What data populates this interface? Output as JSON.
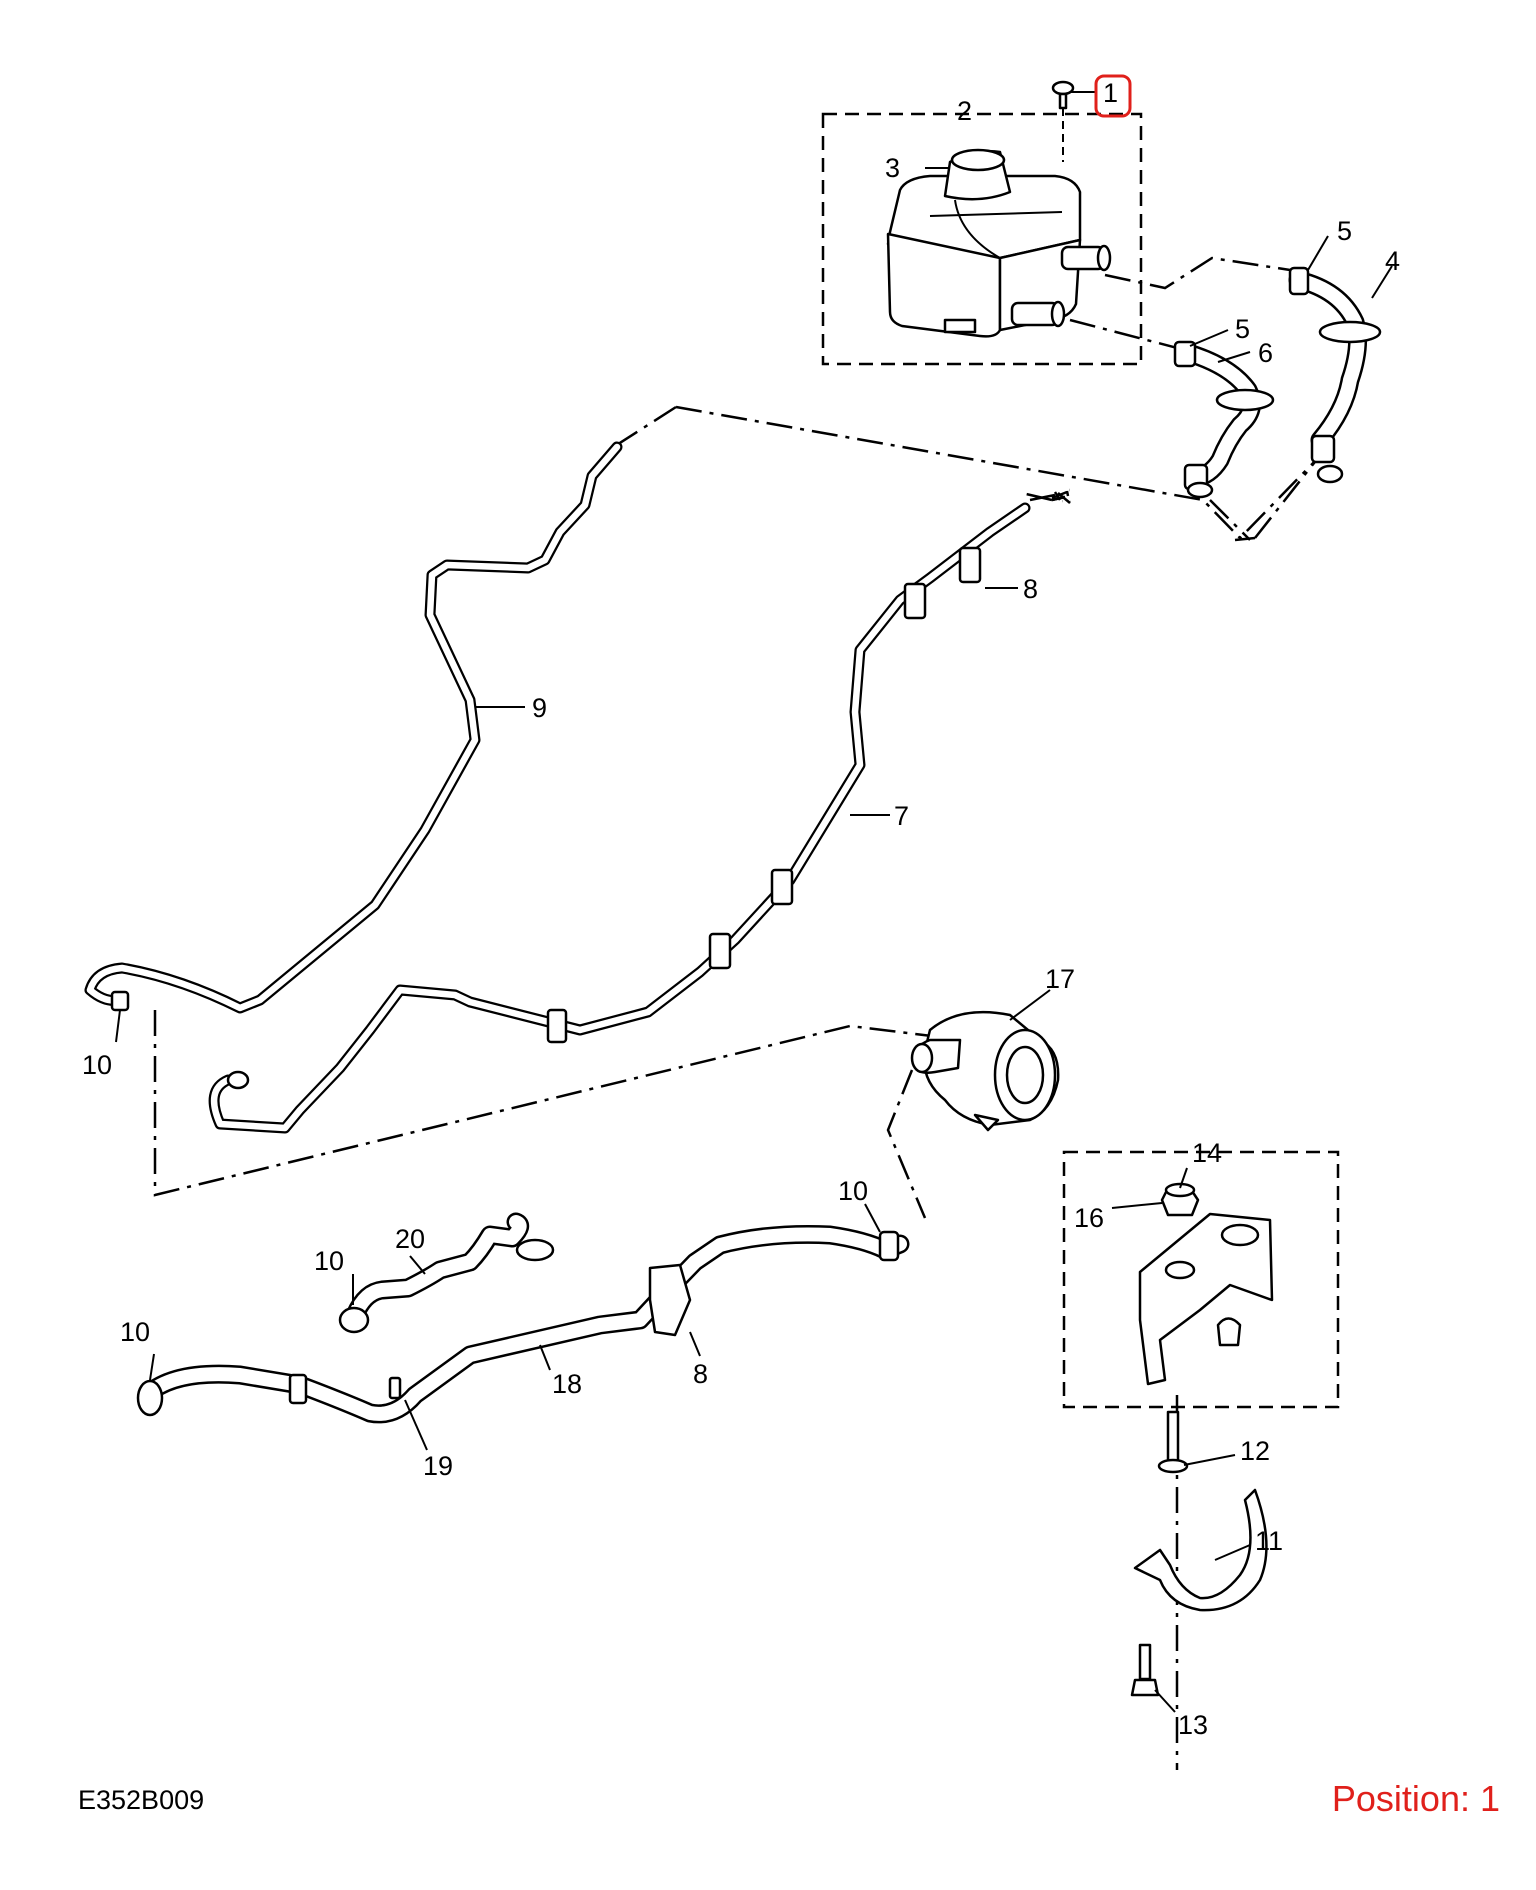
{
  "diagram_code": "E352B009",
  "position_text": "Position: 1",
  "position_color": "#e0201b",
  "highlight_color": "#e0201b",
  "callouts": [
    {
      "id": "c1",
      "text": "1"
    },
    {
      "id": "c2",
      "text": "2"
    },
    {
      "id": "c3",
      "text": "3"
    },
    {
      "id": "c4",
      "text": "4"
    },
    {
      "id": "c5a",
      "text": "5"
    },
    {
      "id": "c5b",
      "text": "5"
    },
    {
      "id": "c6",
      "text": "6"
    },
    {
      "id": "c7",
      "text": "7"
    },
    {
      "id": "c8a",
      "text": "8"
    },
    {
      "id": "c8b",
      "text": "8"
    },
    {
      "id": "c9",
      "text": "9"
    },
    {
      "id": "c10a",
      "text": "10"
    },
    {
      "id": "c10b",
      "text": "10"
    },
    {
      "id": "c10c",
      "text": "10"
    },
    {
      "id": "c10d",
      "text": "10"
    },
    {
      "id": "c11",
      "text": "11"
    },
    {
      "id": "c12",
      "text": "12"
    },
    {
      "id": "c13",
      "text": "13"
    },
    {
      "id": "c14",
      "text": "14"
    },
    {
      "id": "c16",
      "text": "16"
    },
    {
      "id": "c17",
      "text": "17"
    },
    {
      "id": "c18",
      "text": "18"
    },
    {
      "id": "c19",
      "text": "19"
    },
    {
      "id": "c20",
      "text": "20"
    }
  ]
}
